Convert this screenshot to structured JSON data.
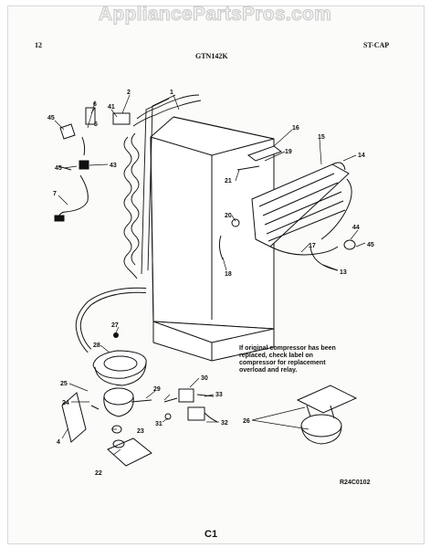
{
  "watermark": "AppliancePartsPros.com",
  "header": {
    "page_number": "12",
    "model": "GTN142K",
    "section": "ST-CAP"
  },
  "note": "If original compressor has been replaced, check label on compressor for replacement overload and relay.",
  "figure_code": "R24C0102",
  "page_code": "C1",
  "callouts": {
    "c1": "1",
    "c2": "2",
    "c4": "4",
    "c6": "6",
    "c7": "7",
    "c13": "13",
    "c14": "14",
    "c15": "15",
    "c16": "16",
    "c17": "17",
    "c18": "18",
    "c19": "19",
    "c20": "20",
    "c21": "21",
    "c22": "22",
    "c23": "23",
    "c24": "24",
    "c25": "25",
    "c26": "26",
    "c27": "27",
    "c28": "28",
    "c29": "29",
    "c30": "30",
    "c31": "31",
    "c32": "32",
    "c33": "33",
    "c41": "41",
    "c43": "43",
    "c44": "44",
    "c45a": "45",
    "c45b": "45",
    "c45c": "45",
    "c5": "5"
  }
}
